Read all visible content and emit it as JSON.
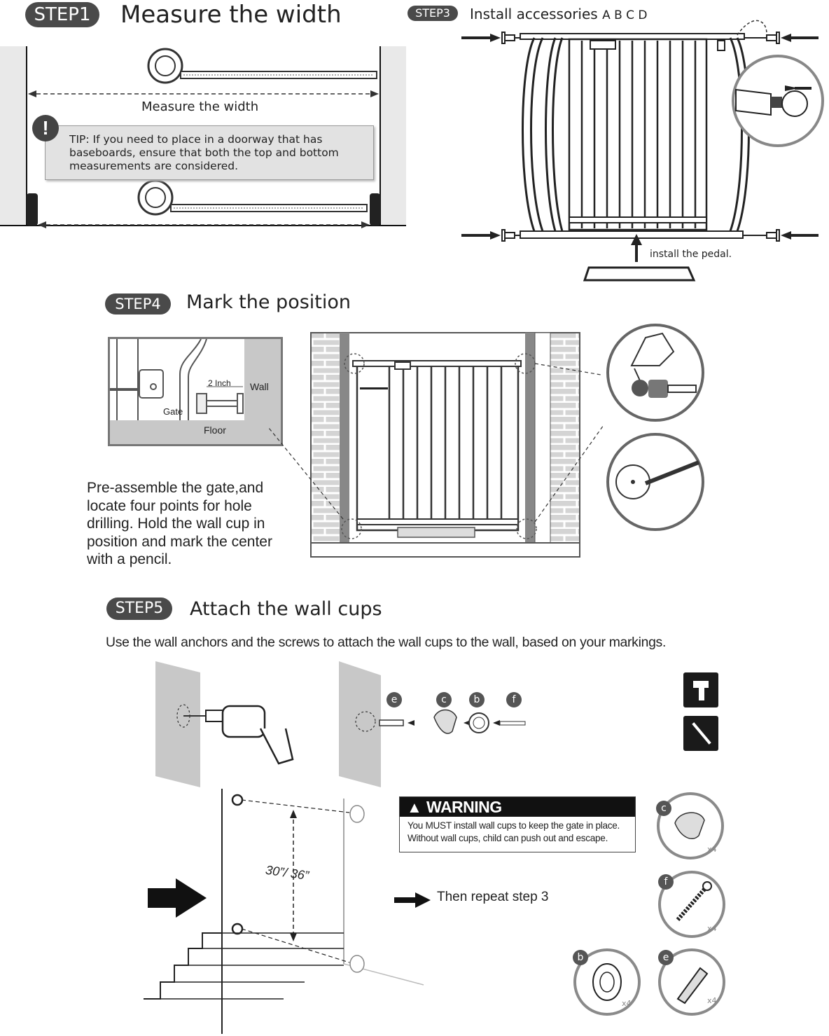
{
  "step1": {
    "badge": "STEP1",
    "title": "Measure the width",
    "measure_label": "Measure the width",
    "tip_line1": "TIP: If you need to place in a doorway that has",
    "tip_line2": "baseboards, ensure that both the top and bottom",
    "tip_line3": "measurements are considered."
  },
  "step3": {
    "badge": "STEP3",
    "title": "Install accessories",
    "letters": "A B C D",
    "pedal_label": "install the pedal."
  },
  "step4": {
    "badge": "STEP4",
    "title": "Mark the position",
    "inch_label": "2 Inch",
    "wall_label": "Wall",
    "gate_label": "Gate",
    "floor_label": "Floor",
    "desc_line1": "Pre-assemble the gate,and",
    "desc_line2": "locate four points for hole",
    "desc_line3": "drilling. Hold the wall cup in",
    "desc_line4": "position and mark the center",
    "desc_line5": "with a pencil."
  },
  "step5": {
    "badge": "STEP5",
    "title": "Attach the wall cups",
    "instruction": "Use the wall anchors and the screws to attach the wall cups to the wall, based on your markings.",
    "parts": [
      "e",
      "c",
      "b",
      "f"
    ],
    "height_label": "30”/ 36”",
    "warning_title": "WARNING",
    "warning_line1": "You MUST install wall cups to keep the gate in place.",
    "warning_line2": "Without wall cups, child can push out and escape.",
    "repeat_label": "Then repeat step 3",
    "part_c_letter": "c",
    "part_f_letter": "f",
    "part_b_letter": "b",
    "part_e_letter": "e",
    "qty_label": "x4"
  }
}
